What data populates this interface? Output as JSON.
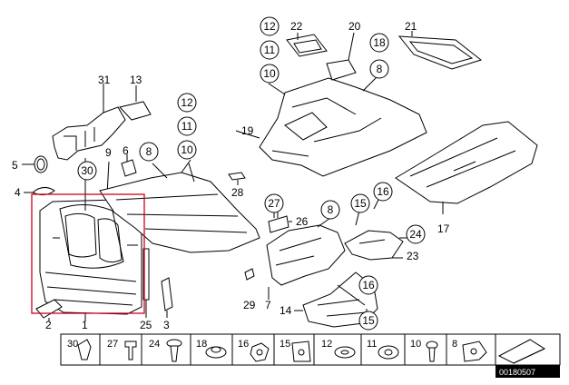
{
  "diagram": {
    "callouts": {
      "c31": "31",
      "c13": "13",
      "c5": "5",
      "c9": "9",
      "c6": "6",
      "c4": "4",
      "c2": "2",
      "c1": "1",
      "c25": "25",
      "c3": "3",
      "c28": "28",
      "c26": "26",
      "c7": "7",
      "c29": "29",
      "c14": "14",
      "c19": "19",
      "c22": "22",
      "c20": "20",
      "c21": "21",
      "c17": "17",
      "c23": "23"
    },
    "circled": {
      "k30": "30",
      "k8a": "8",
      "k12a": "12",
      "k11a": "11",
      "k10a": "10",
      "k12b": "12",
      "k11b": "11",
      "k10b": "10",
      "k18": "18",
      "k8b": "8",
      "k27": "27",
      "k8c": "8",
      "k15a": "15",
      "k16a": "16",
      "k24": "24",
      "k16b": "16",
      "k15b": "15"
    },
    "fastener_strip": [
      "30",
      "27",
      "24",
      "18",
      "16",
      "15",
      "12",
      "11",
      "10",
      "8"
    ],
    "reference_number": "00180507"
  },
  "colors": {
    "line": "#000000",
    "highlight": "#d0021b",
    "ref_bar": "#000000"
  }
}
